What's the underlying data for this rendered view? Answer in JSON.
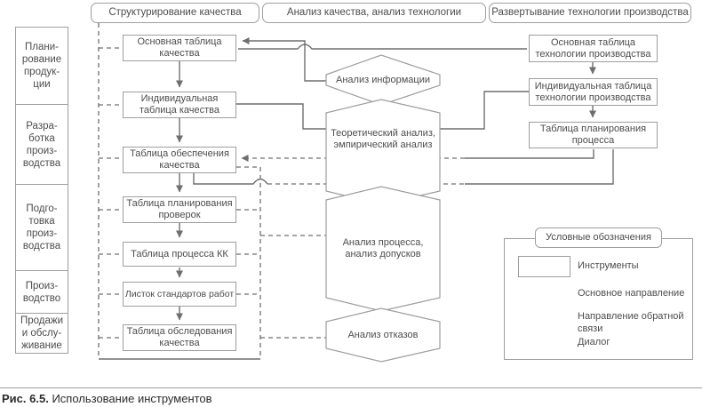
{
  "headers": [
    "Структурирование качества",
    "Анализ качества, анализ технологии",
    "Развертывание технологии производства"
  ],
  "phases": [
    "Плани-\nрование\nпродук-\nции",
    "Разра-\nботка\nпроиз-\nводства",
    "Подго-\nтовка\nпроиз-\nводства",
    "Произ-\nводство",
    "Продажи\nи обслу-\nживание"
  ],
  "quality_boxes": [
    "Основная таблица\nкачества",
    "Индивидуальная\nтаблица качества",
    "Таблица обеспечения\nкачества",
    "Таблица планирования\nпроверок",
    "Таблица процесса КК",
    "Листок стандартов работ",
    "Таблица обследования\nкачества"
  ],
  "tech_boxes": [
    "Основная таблица\nтехнологии производства",
    "Индивидуальная таблица\nтехнологии производства",
    "Таблица планирования\nпроцесса"
  ],
  "analysis_hexagons": [
    "Анализ информации",
    "Теоретический анализ,\nэмпирический анализ",
    "Анализ процесса,\nанализ допусков",
    "Анализ отказов"
  ],
  "legend": {
    "title": "Условные обозначения",
    "item_tools": "Инструменты",
    "item_main": "Основное направление",
    "item_feedback": "Направление обратной\nсвязи",
    "item_dialog": "Диалог"
  },
  "caption": {
    "label": "Рис. 6.5.",
    "text": "Использование инструментов"
  },
  "colors": {
    "line": "#6f6f6f",
    "border": "#9e9e9e",
    "text": "#4c4c4c"
  }
}
